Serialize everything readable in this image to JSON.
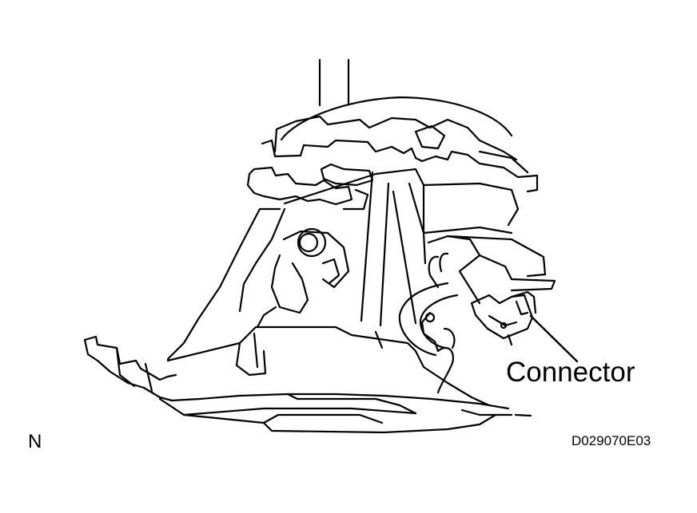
{
  "diagram": {
    "callout_label": "Connector",
    "view_letter": "N",
    "figure_code": "D029070E03",
    "line_color": "#000000",
    "background_color": "#ffffff"
  }
}
